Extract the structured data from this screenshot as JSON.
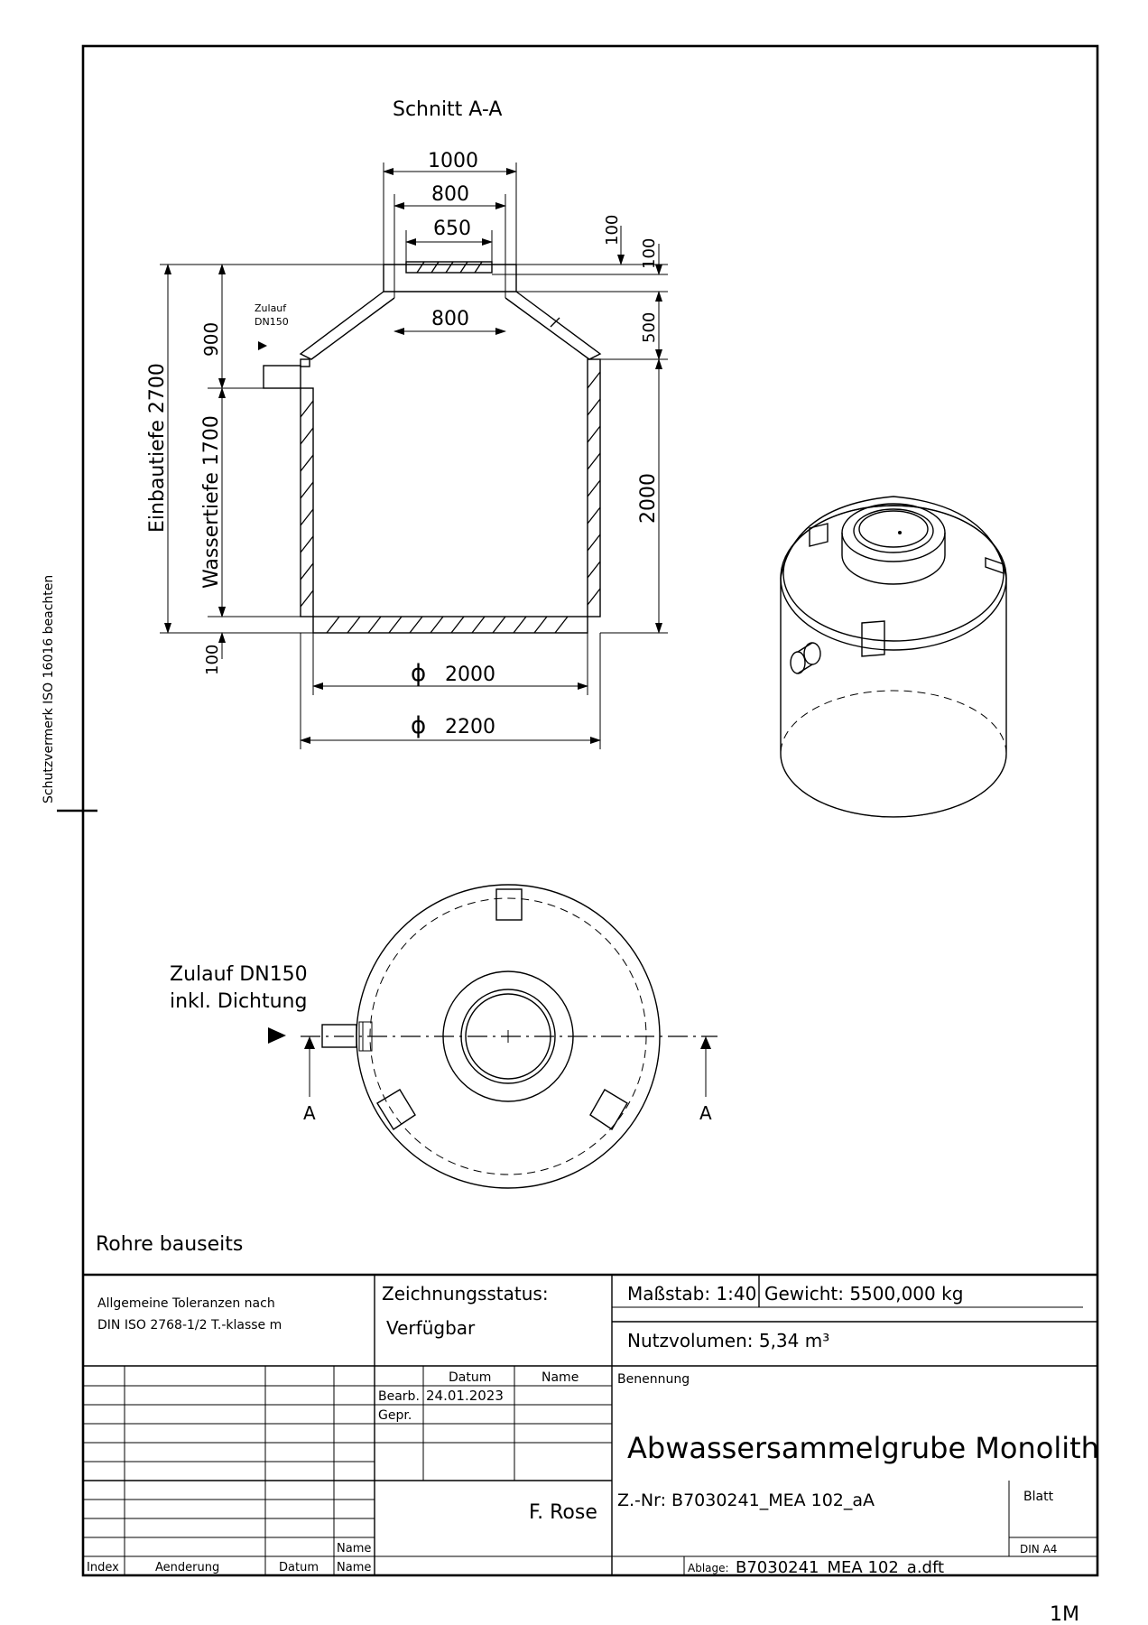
{
  "side_text": "Schutzvermerk ISO 16016 beachten",
  "section_title": "Schnitt A-A",
  "dimensions": {
    "d1000": "1000",
    "d800_top": "800",
    "d650": "650",
    "d800_mid": "800",
    "r100_a": "100",
    "r100_b": "100",
    "r500": "500",
    "r2000": "2000",
    "l900": "900",
    "l100": "100",
    "einbautiefe": "Einbautiefe  2700",
    "wassertiefe": "Wassertiefe  1700",
    "phi2000": "2000",
    "phi2200": "2200",
    "phi_symbol": "ϕ"
  },
  "section_inlet_label_1": "Zulauf",
  "section_inlet_label_2": "DN150",
  "plan_inlet_label_1": "Zulauf DN150",
  "plan_inlet_label_2": "inkl. Dichtung",
  "cut_marker_left": "A",
  "cut_marker_right": "A",
  "note": "Rohre bauseits",
  "title_block": {
    "tolerance_1": "Allgemeine Toleranzen nach",
    "tolerance_2": "DIN ISO 2768-1/2 T.-klasse m",
    "status_label": "Zeichnungsstatus:",
    "status_value": "Verfügbar",
    "scale": "Maßstab: 1:40",
    "weight": "Gewicht: 5500,000 kg",
    "volume": "Nutzvolumen: 5,34 m³",
    "datum_header": "Datum",
    "name_header": "Name",
    "bearb_label": "Bearb.",
    "bearb_date": "24.01.2023",
    "gepr_label": "Gepr.",
    "benennung_label": "Benennung",
    "title": "Abwassersammelgrube Monolith",
    "author": "F. Rose",
    "drawing_no": "Z.-Nr: B7030241_MEA 102_aA",
    "blatt_label": "Blatt",
    "format": "DIN A4",
    "ablage_label": "Ablage:",
    "ablage_value": "B7030241_MEA 102_a.dft",
    "rev_index": "Index",
    "rev_change": "Aenderung",
    "rev_date": "Datum",
    "rev_name": "Name",
    "rev_name_2": "Name"
  },
  "corner_mark": "1M"
}
